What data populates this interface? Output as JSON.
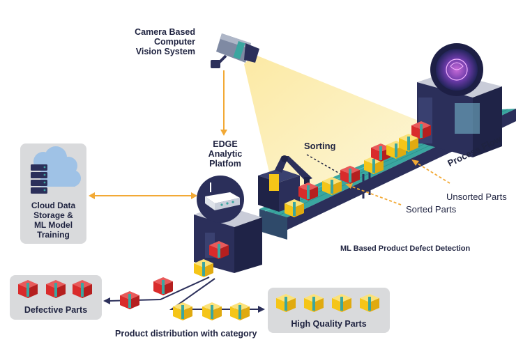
{
  "labels": {
    "camera_line1": "Camera Based",
    "camera_line2": "Computer",
    "camera_line3": "Vision System",
    "edge_line1": "EDGE",
    "edge_line2": "Analytic",
    "edge_line3": "Platfom",
    "cloud_line1": "Cloud Data",
    "cloud_line2": "Storage &",
    "cloud_line3": "ML Model",
    "cloud_line4": "Training",
    "sorting": "Sorting",
    "process_flow": "Process Flow",
    "unsorted_parts": "Unsorted Parts",
    "sorted_parts": "Sorted Parts",
    "ml_defect": "ML Based Product Defect Detection",
    "defective_parts": "Defective Parts",
    "high_quality_parts": "High Quality Parts",
    "distribution": "Product distribution with category"
  },
  "colors": {
    "navy": "#2b2f5a",
    "teal": "#3aa6a0",
    "orange_arrow": "#f2a935",
    "part_good": "#f5c518",
    "part_defect": "#d92b2b",
    "beam": "#fdf2bf",
    "panel": "#d9dadc"
  }
}
